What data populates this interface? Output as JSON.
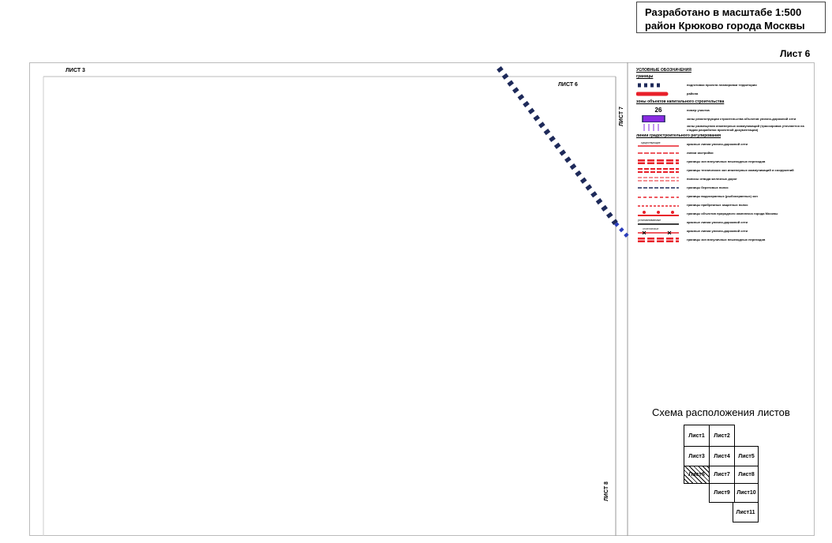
{
  "header": {
    "scale_line": "Разработано в масштабе 1:500",
    "district_line": "район Крюково города Москвы",
    "sheet": "Лист 6"
  },
  "map": {
    "labels": {
      "top_left": "ЛИСТ 3",
      "top_inner": "ЛИСТ 6",
      "right_upper": "ЛИСТ 7",
      "right_lower": "ЛИСТ 8"
    }
  },
  "legend": {
    "title": "УСЛОВНЫЕ ОБОЗНАЧЕНИЯ",
    "sections": [
      {
        "heading": "границы",
        "items": [
          {
            "text": "подготовки проекта планировки территории",
            "color": "#1e2a5a"
          },
          {
            "text": "района",
            "color": "#e8202a"
          }
        ]
      },
      {
        "heading": "зоны объектов капитального строительства",
        "items": [
          {
            "symbol_text": "26",
            "text": "номер участка",
            "color": "#000000"
          },
          {
            "text": "зоны реконструкции строительства объектов улично-дорожной сети",
            "color": "#8a2be2"
          },
          {
            "text": "зоны размещения инженерных коммуникаций (трассировка уточняется на стадии разработки проектной документации)",
            "color": "#8a2be2"
          }
        ]
      },
      {
        "heading": "линии градостроительного регулирования",
        "items": [
          {
            "symbol_text": "существующие",
            "text": "красные линии улично-дорожной сети",
            "color": "#e8202a"
          },
          {
            "text": "линии застройки",
            "color": "#e8202a"
          },
          {
            "text": "границы зон внеуличных пешеходных переходов",
            "color": "#e8202a"
          },
          {
            "text": "границы технических зон инженерных коммуникаций и сооружений",
            "color": "#e8202a"
          },
          {
            "text": "полосы отвода железных дорог",
            "color": "#e8202a"
          },
          {
            "text": "границы береговых полос",
            "color": "#1e2a5a"
          },
          {
            "text": "границы водоохранных (рыбоохранных) зон",
            "color": "#e8202a"
          },
          {
            "text": "границы прибрежных защитных полос",
            "color": "#e8202a"
          },
          {
            "text": "границы объектов природного комплекса города Москвы",
            "color": "#e8202a"
          },
          {
            "symbol_text": "устанавливаемые",
            "text": "красные линии улично-дорожной сети",
            "color": "#000000"
          },
          {
            "symbol_text": "отменяемые",
            "text": "красные линии улично-дорожной сети",
            "color": "#e8202a"
          },
          {
            "text": "границы зон внеуличных пешеходных переходов",
            "color": "#e8202a"
          }
        ]
      }
    ]
  },
  "scheme": {
    "title": "Схема расположения листов",
    "cells": [
      "Лист1",
      "Лист2",
      "Лист3",
      "Лист4",
      "Лист5",
      "Лист6",
      "Лист7",
      "Лист8",
      "Лист9",
      "Лист10",
      "Лист11"
    ]
  }
}
